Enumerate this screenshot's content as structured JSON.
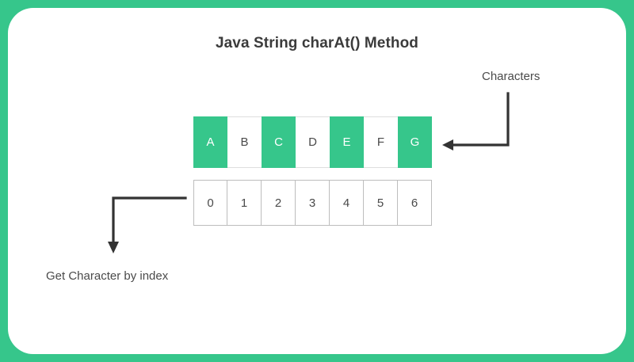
{
  "page": {
    "title": "Java String charAt() Method",
    "background_color": "#36c68b",
    "card_color": "#ffffff",
    "accent_color": "#36c68b",
    "text_color": "#4a4a4a"
  },
  "diagram": {
    "rows": {
      "characters_label": "Characters",
      "index_label": "Get Character by index"
    },
    "characters": [
      {
        "value": "A",
        "highlighted": true
      },
      {
        "value": "B",
        "highlighted": false
      },
      {
        "value": "C",
        "highlighted": true
      },
      {
        "value": "D",
        "highlighted": false
      },
      {
        "value": "E",
        "highlighted": true
      },
      {
        "value": "F",
        "highlighted": false
      },
      {
        "value": "G",
        "highlighted": true
      }
    ],
    "indices": [
      "0",
      "1",
      "2",
      "3",
      "4",
      "5",
      "6"
    ],
    "annotations": [
      {
        "name": "characters-arrow",
        "label": "Characters",
        "points_to": "character-row-right-edge"
      },
      {
        "name": "index-arrow",
        "label": "Get Character by index",
        "points_to": "index-row-left-edge"
      }
    ]
  }
}
